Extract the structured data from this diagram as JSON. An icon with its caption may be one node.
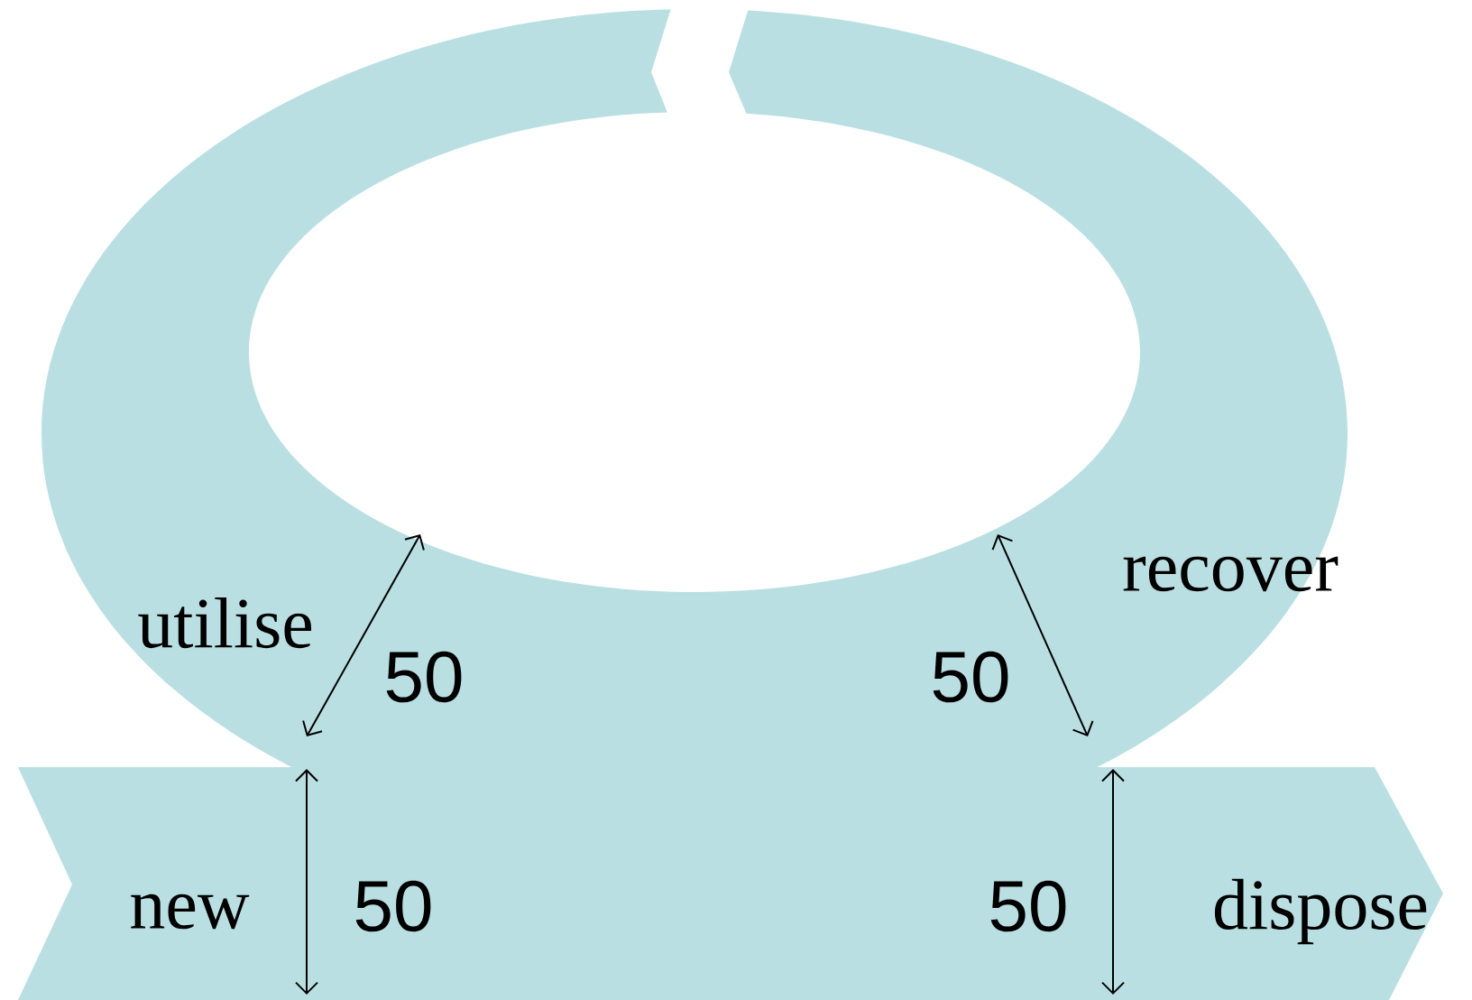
{
  "diagram": {
    "labels": [
      "utilise",
      "50",
      "recover",
      "50",
      "new",
      "50",
      "50",
      "dispose"
    ]
  }
}
